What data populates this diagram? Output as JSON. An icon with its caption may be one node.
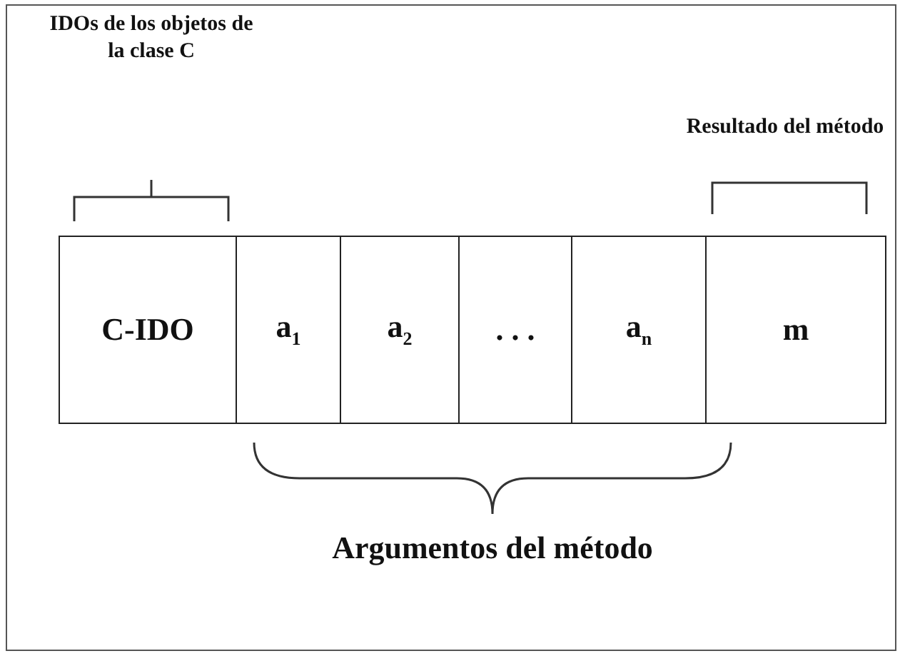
{
  "diagram": {
    "nodes": [
      {
        "text": [
          "C-IDO"
        ]
      },
      {
        "text": [
          "a$_{1}$"
        ]
      },
      {
        "text": [
          "a$_{2}$"
        ]
      },
      {
        "text": [
          ". . ."
        ]
      },
      {
        "text": [
          "a$_{n}$"
        ]
      },
      {
        "text": [
          "m"
        ]
      }
    ],
    "labels": [
      "IDOs de los objetos de la clase C",
      "Resultado del método",
      "Argumentos del método"
    ]
  }
}
